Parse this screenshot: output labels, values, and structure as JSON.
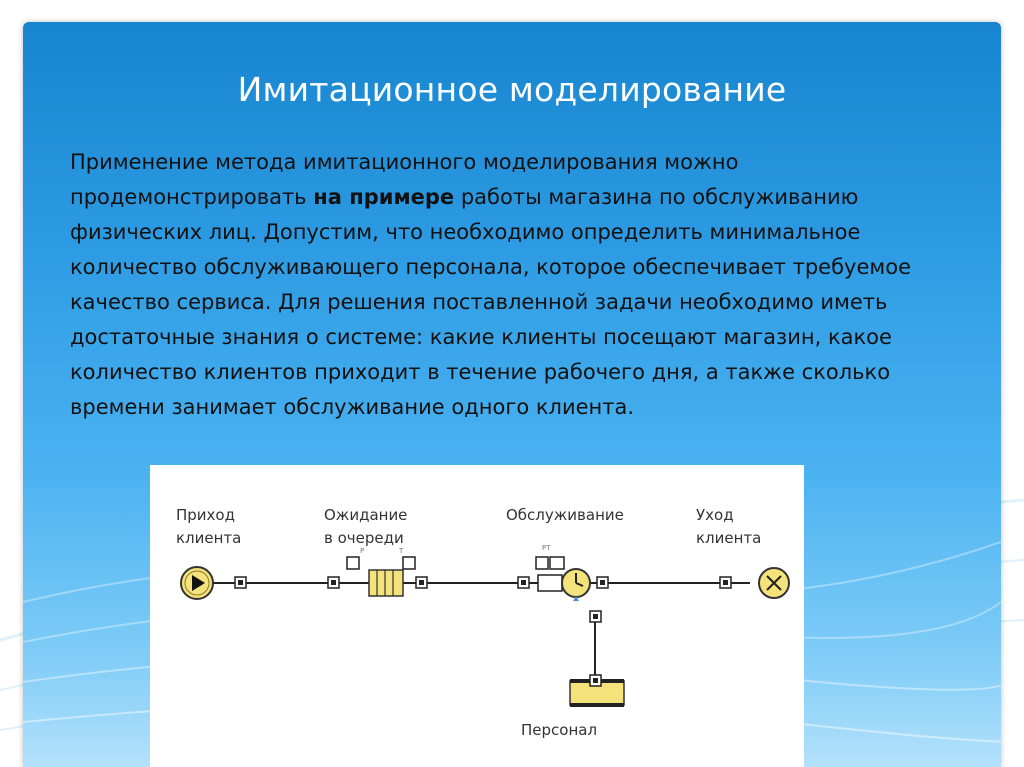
{
  "slide": {
    "title": "Имитационное моделирование",
    "text_before_bold": "Применение метода имитационного моделирования можно продемонстрировать ",
    "text_bold": "на примере",
    "text_after_bold": " работы магазина по обслуживанию физических лиц. Допустим, что необходимо определить минимальное количество обслуживающего персонала, которое обеспечивает требуемое качество сервиса. Для решения поставленной задачи необходимо иметь достаточные знания о системе: какие клиенты посещают магазин, какое количество клиентов приходит в течение рабочего дня, а также сколько времени занимает обслуживание одного клиента."
  },
  "diagram": {
    "source_label": [
      "Приход",
      "клиента"
    ],
    "queue_label": [
      "Ожидание",
      "в очереди"
    ],
    "delay_label": "Обслуживание",
    "sink_label": [
      "Уход",
      "клиента"
    ],
    "resource_label": "Персонал",
    "queue_port_p": "P",
    "queue_port_t": "T",
    "delay_port_label": "PT",
    "colors": {
      "source_fill": "#f4e27a",
      "block_outline": "#333333",
      "sink_fill": "#f4e27a"
    },
    "icons": [
      "play-icon",
      "queue-icon",
      "clock-icon",
      "close-icon",
      "resource-pool-icon"
    ]
  }
}
